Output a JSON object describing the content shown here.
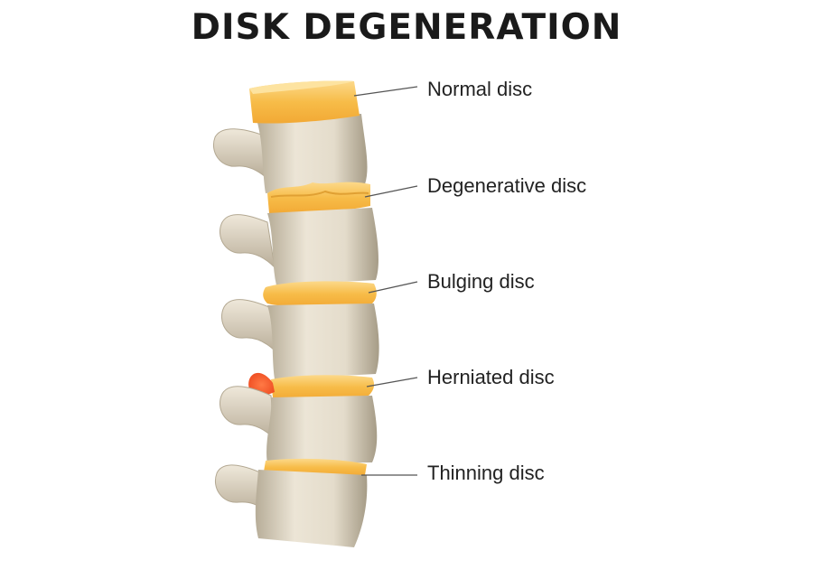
{
  "title": "DISK DEGENERATION",
  "labels": [
    {
      "id": "normal",
      "text": "Normal disc"
    },
    {
      "id": "degenerative",
      "text": "Degenerative disc"
    },
    {
      "id": "bulging",
      "text": "Bulging disc"
    },
    {
      "id": "herniated",
      "text": "Herniated disc"
    },
    {
      "id": "thinning",
      "text": "Thinning disc"
    }
  ],
  "colors": {
    "bone": "#e6ddcd",
    "bone_shadow": "#a89e8a",
    "disc": "#f6bb48",
    "disc_light": "#fbd98a",
    "herniation": "#f25a2a",
    "leader": "#555555"
  }
}
